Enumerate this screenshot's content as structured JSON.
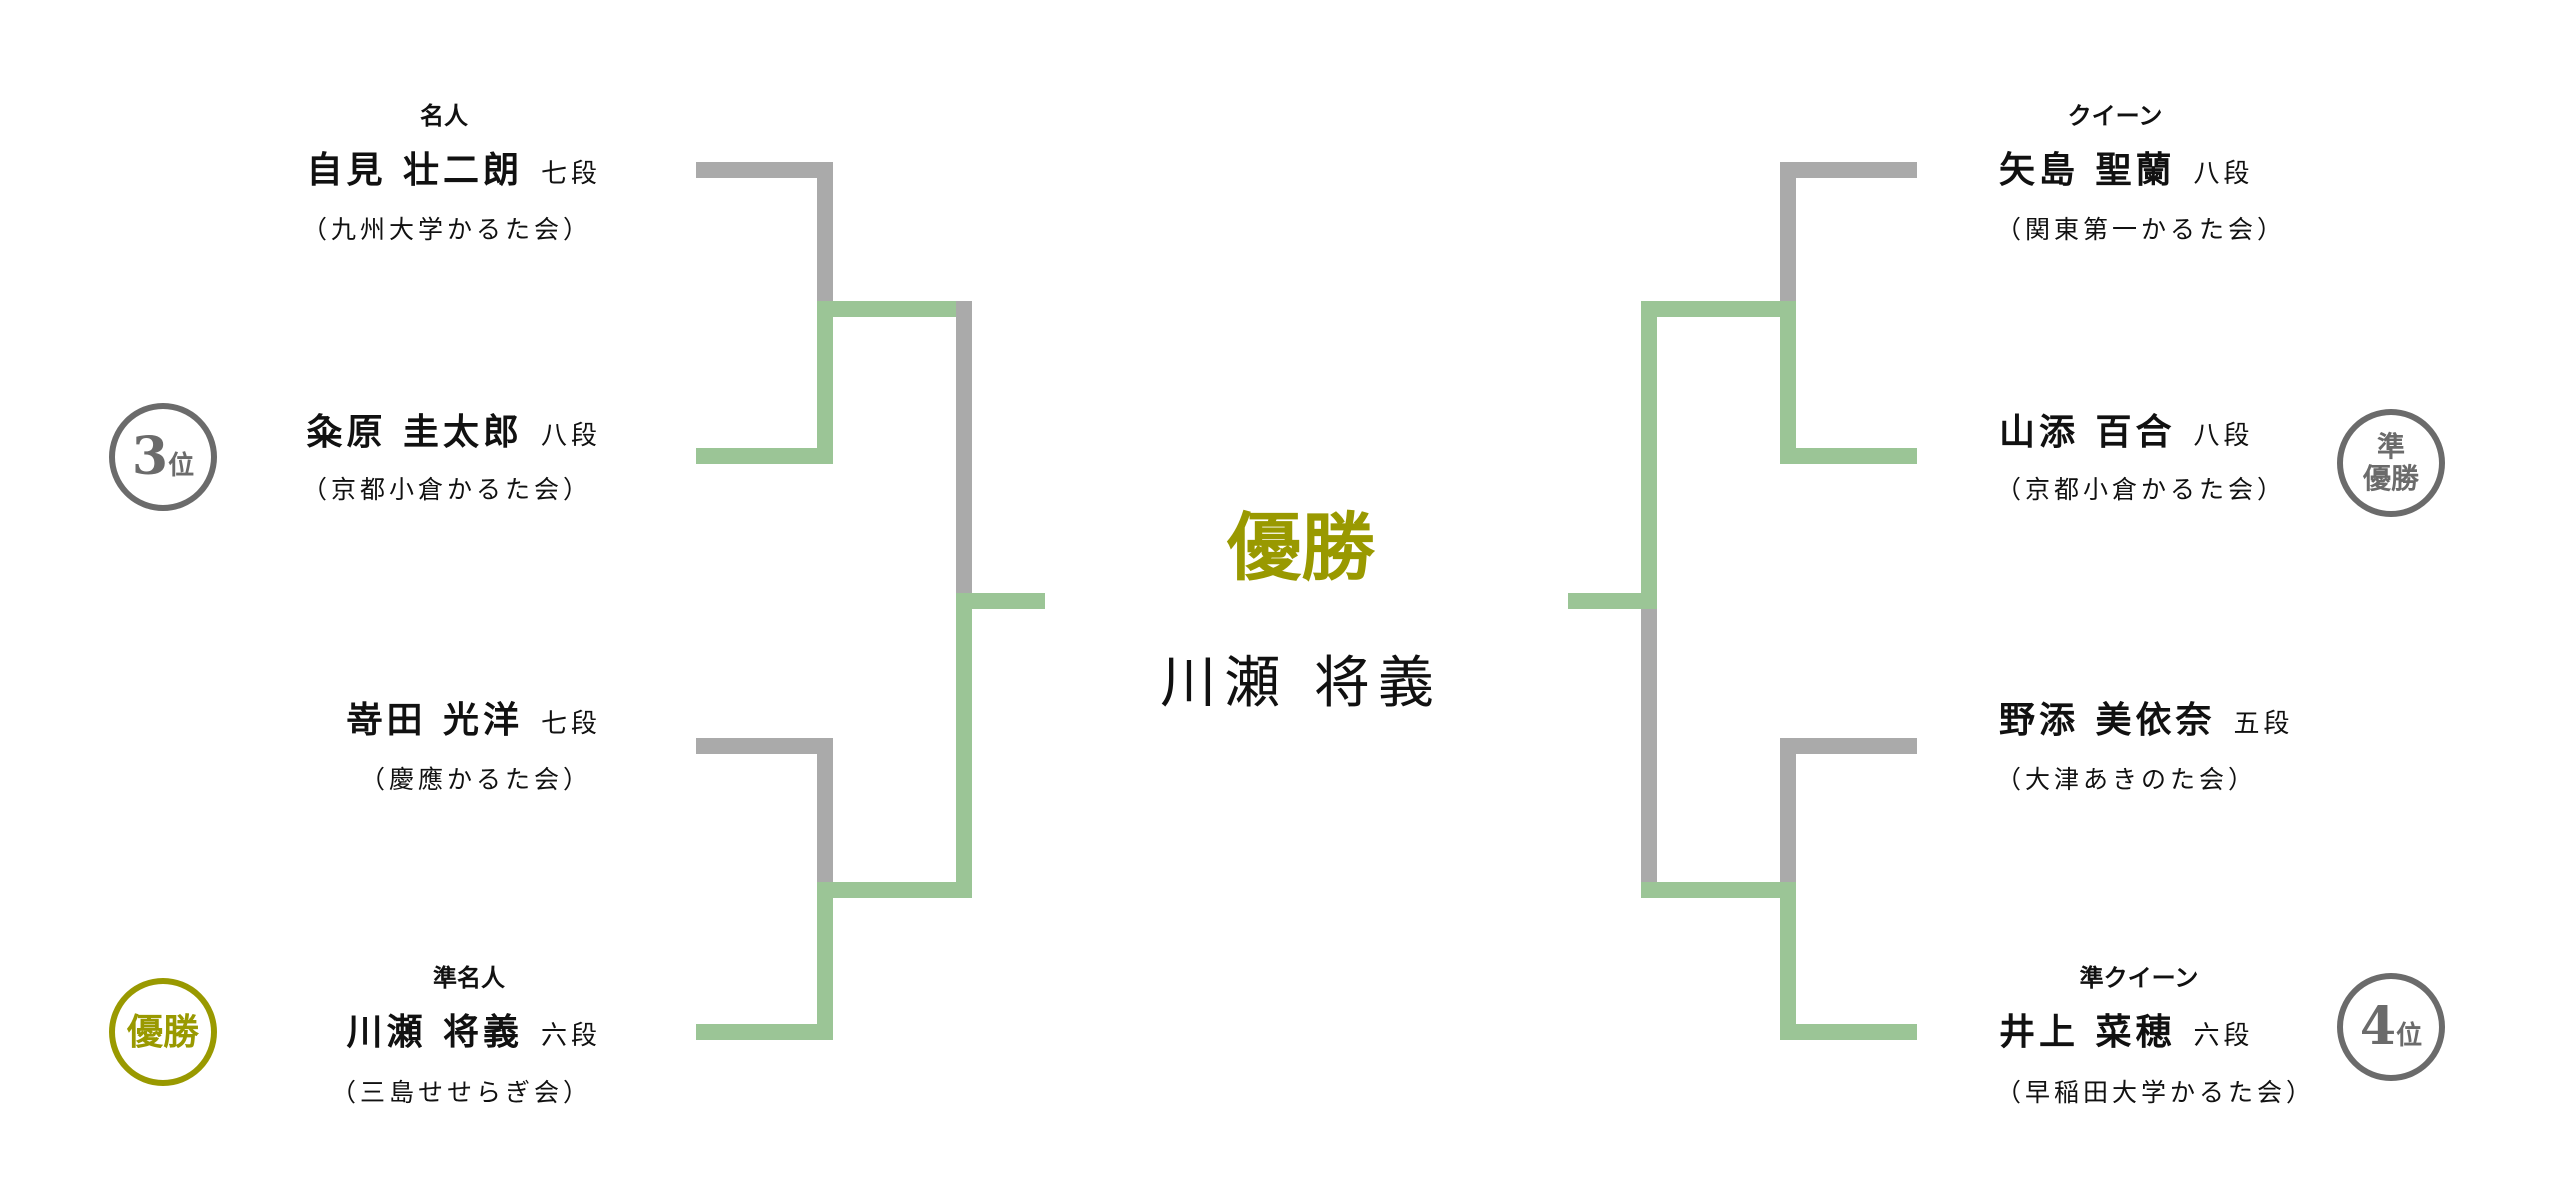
{
  "colors": {
    "loser_line": "#aaaaaa",
    "winner_line": "#9bc596",
    "champion": "#999900",
    "badge": "#6b6b6b"
  },
  "center": {
    "label": "優勝",
    "name": "川瀬 将義"
  },
  "left": [
    {
      "title": "名人",
      "name": "自見 壮二朗",
      "dan": "七段",
      "club": "（九州大学かるた会）"
    },
    {
      "name": "粂原 圭太郎",
      "dan": "八段",
      "club": "（京都小倉かるた会）",
      "badge": {
        "main": "3",
        "suffix": "位"
      }
    },
    {
      "name": "嵜田 光洋",
      "dan": "七段",
      "club": "（慶應かるた会）"
    },
    {
      "title": "準名人",
      "name": "川瀬 将義",
      "dan": "六段",
      "club": "（三島せせらぎ会）",
      "badge": {
        "text": "優勝"
      }
    }
  ],
  "right": [
    {
      "title": "クイーン",
      "name": "矢島 聖蘭",
      "dan": "八段",
      "club": "（関東第一かるた会）"
    },
    {
      "name": "山添 百合",
      "dan": "八段",
      "club": "（京都小倉かるた会）",
      "badge": {
        "line1": "準",
        "line2": "優勝"
      }
    },
    {
      "name": "野添 美依奈",
      "dan": "五段",
      "club": "（大津あきのた会）"
    },
    {
      "title": "準クイーン",
      "name": "井上 菜穂",
      "dan": "六段",
      "club": "（早稲田大学かるた会）",
      "badge": {
        "main": "4",
        "suffix": "位"
      }
    }
  ]
}
